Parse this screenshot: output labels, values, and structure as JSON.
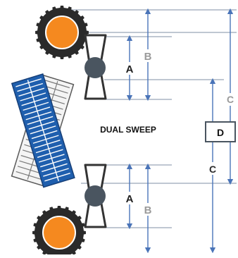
{
  "diagram": {
    "title": "DUAL SWEEP",
    "labels": {
      "a_top": "A",
      "b_top": "B",
      "a_bottom": "A",
      "b_bottom": "B",
      "c_right": "C",
      "c_center": "C",
      "d": "D"
    },
    "colors": {
      "sun": "#f5891f",
      "sun_ring": "#2a2a2a",
      "blue_panel": "#1f5fae",
      "blue_line": "#ffffff",
      "gray_panel": "#f4f4f4",
      "gray_line": "#7a7a7a",
      "dim_line": "#4a74b8",
      "arrow": "#4a74b8",
      "bracket": "#4a5560"
    }
  }
}
